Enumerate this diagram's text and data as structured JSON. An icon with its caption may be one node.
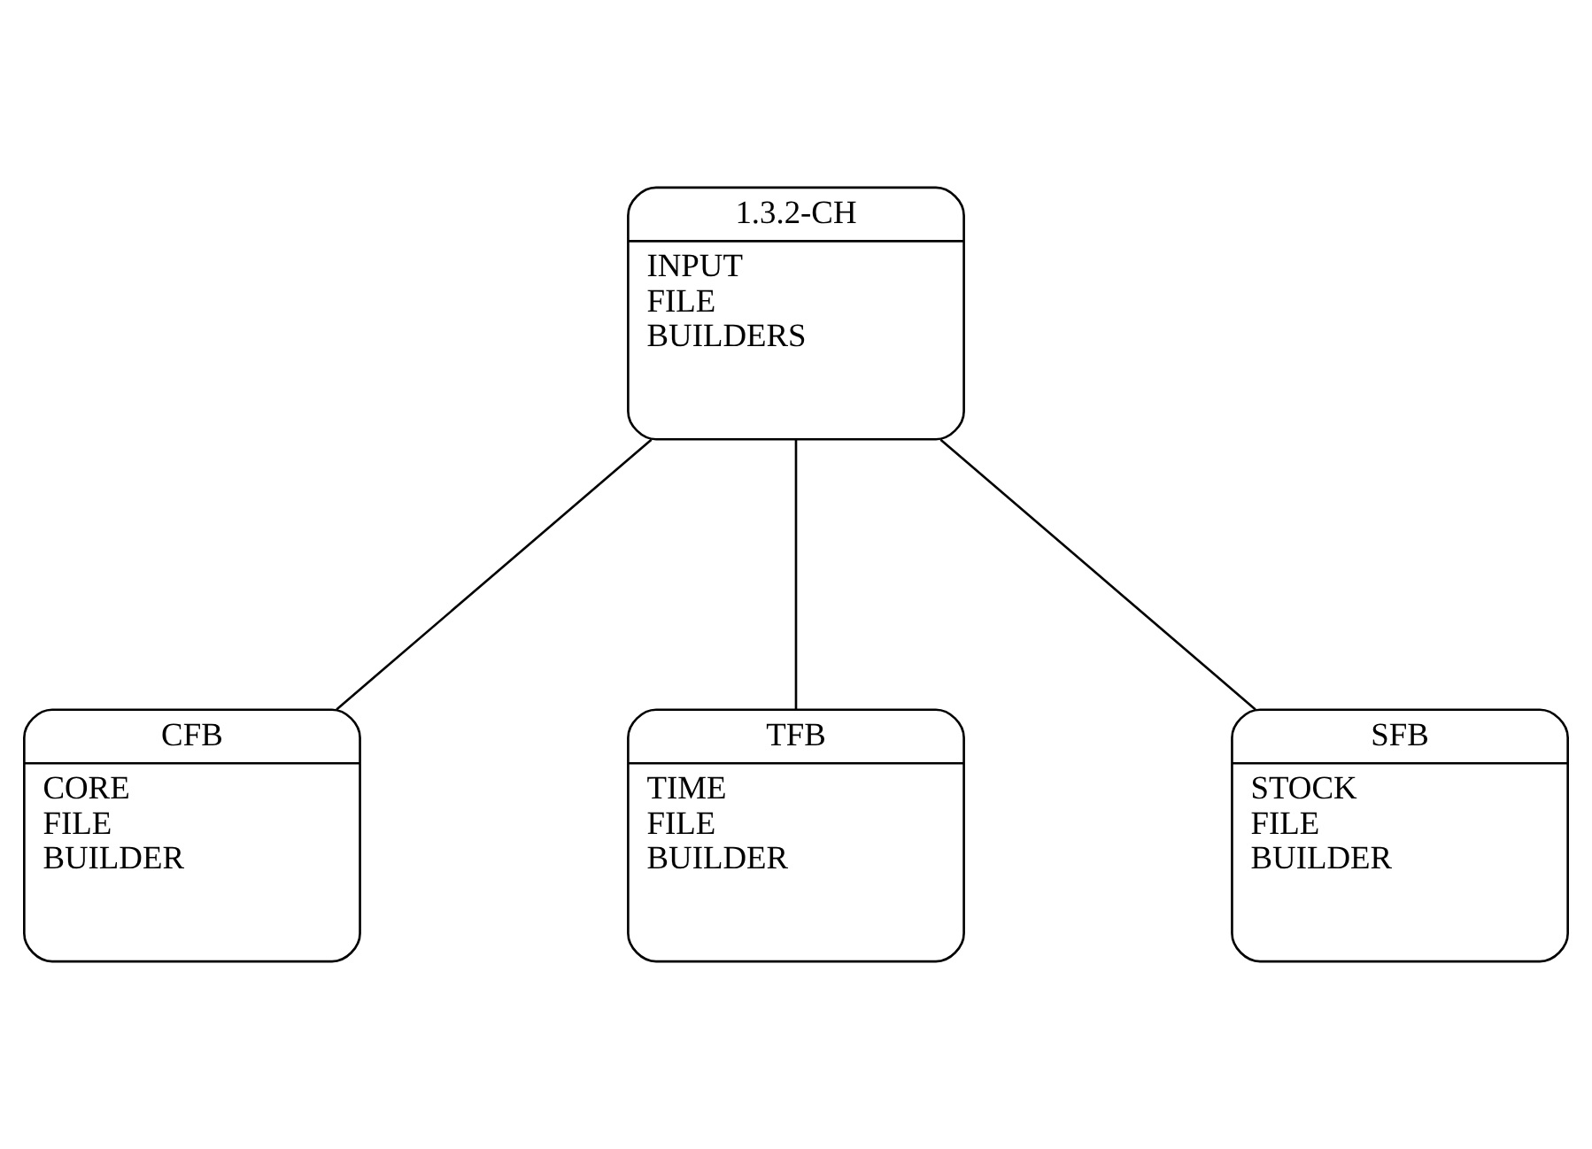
{
  "diagram": {
    "nodes": [
      {
        "text": [
          "1.3.2-CH",
          "INPUT FILE BUILDERS"
        ]
      },
      {
        "text": [
          "CFB",
          "CORE FILE BUILDER"
        ]
      },
      {
        "text": [
          "TFB",
          "TIME FILE BUILDER"
        ]
      },
      {
        "text": [
          "SFB",
          "STOCK FILE BUILDER"
        ]
      }
    ],
    "edges": [
      {
        "from": 0,
        "to": 1,
        "arrow": "none"
      },
      {
        "from": 0,
        "to": 2,
        "arrow": "none"
      },
      {
        "from": 0,
        "to": 3,
        "arrow": "none"
      }
    ]
  }
}
